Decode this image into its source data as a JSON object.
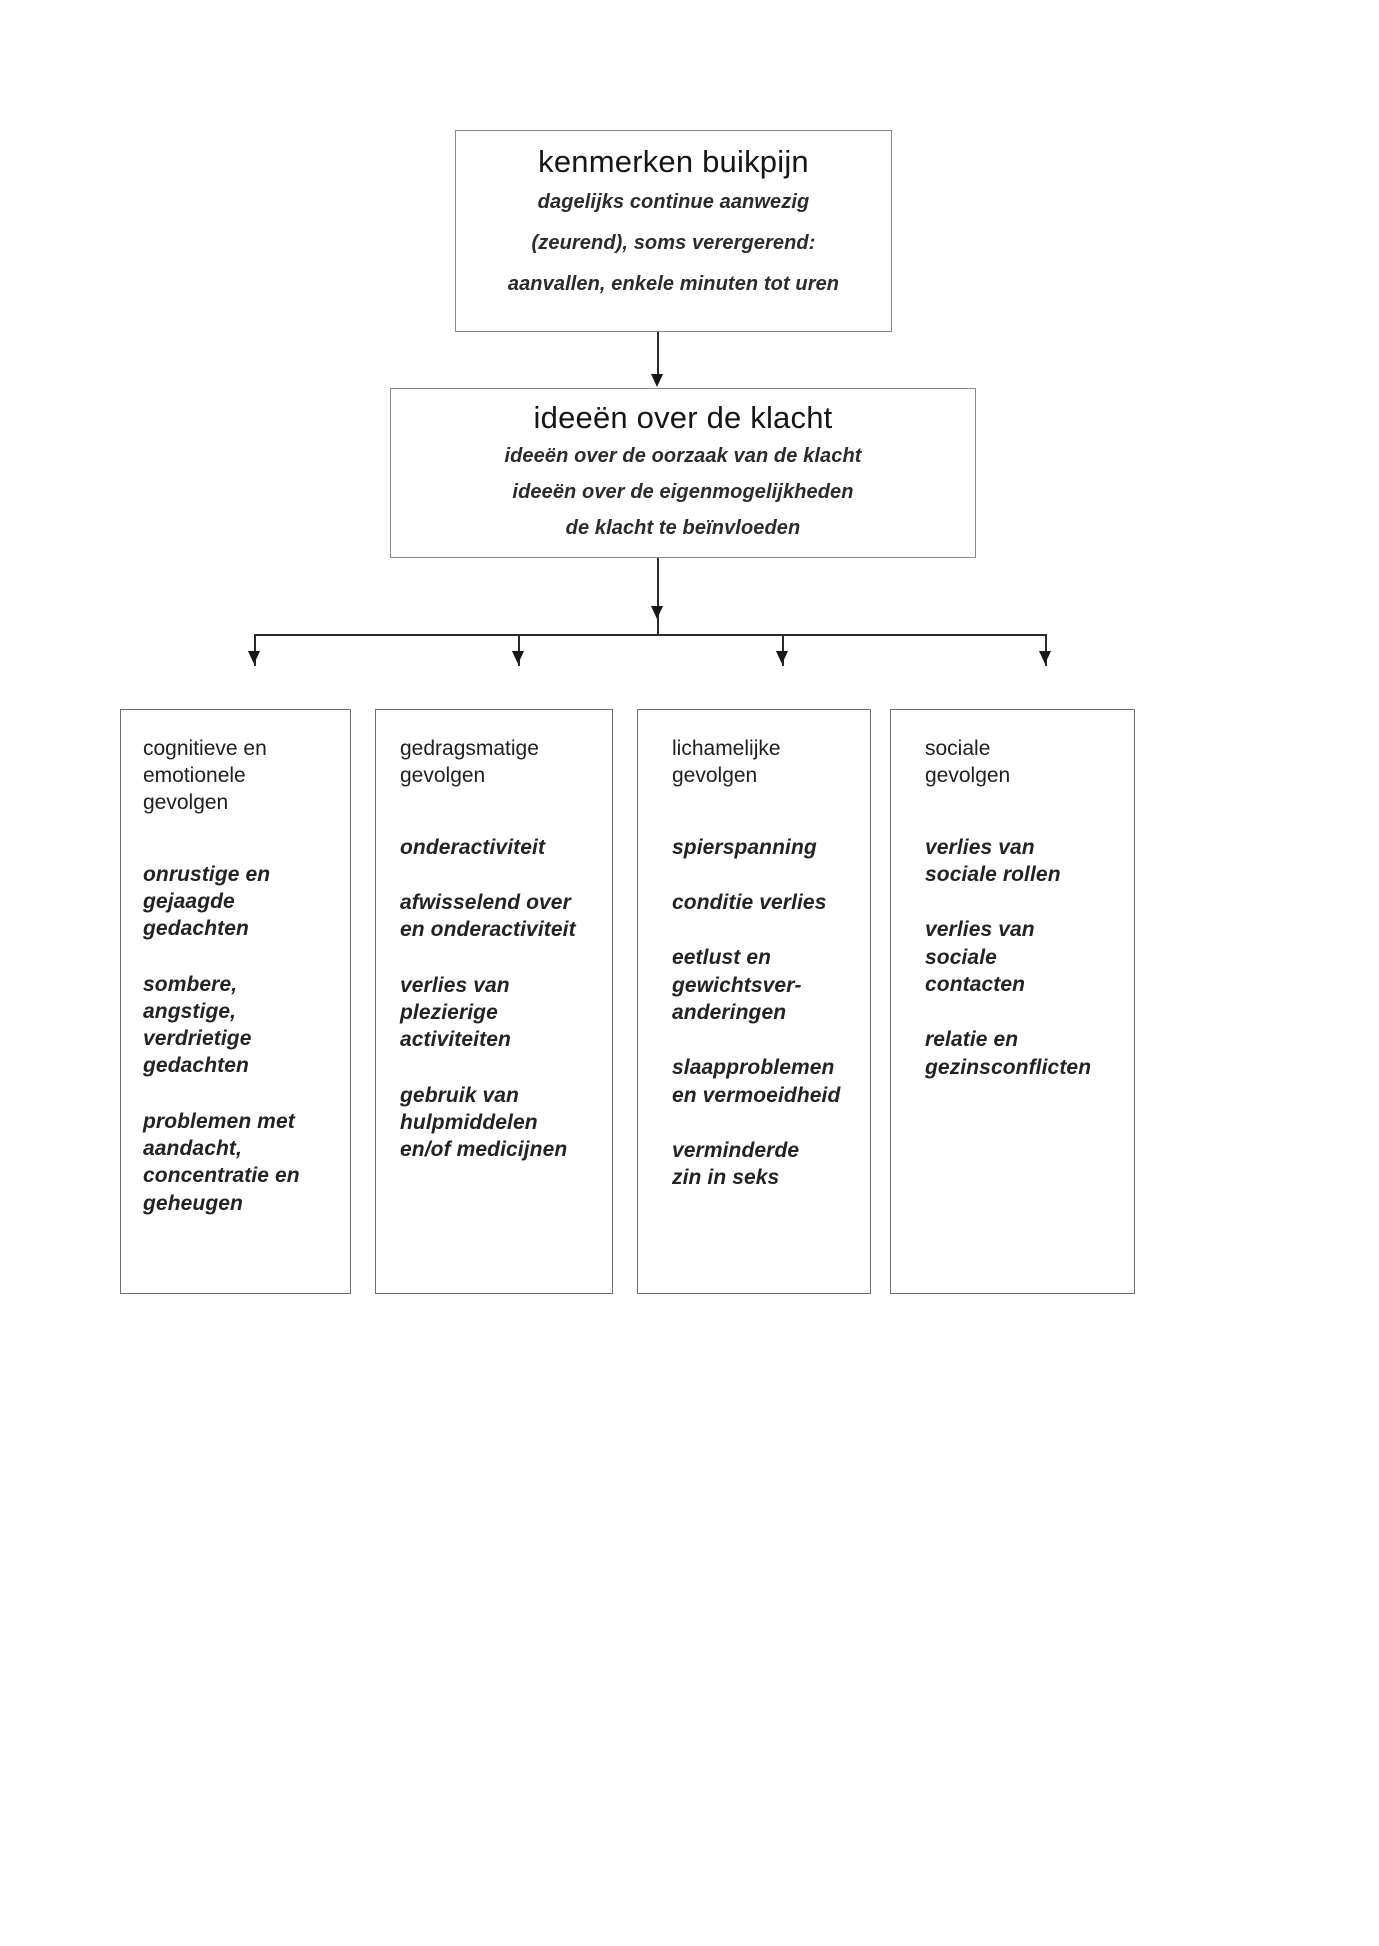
{
  "diagram": {
    "nodes": {
      "kenmerken": {
        "title": "kenmerken buikpijn",
        "lines": [
          "dagelijks continue aanwezig",
          "(zeurend), soms verergerend:",
          "aanvallen, enkele minuten tot uren"
        ]
      },
      "ideeen": {
        "title": "ideeën over de klacht",
        "lines": [
          "ideeën over de oorzaak van de klacht",
          "ideeën over de eigenmogelijkheden",
          "de klacht te beïnvloeden"
        ]
      }
    },
    "columns": [
      {
        "heading": "cognitieve en\nemotionele\ngevolgen",
        "items": [
          "onrustige en\ngejaagde\ngedachten",
          "sombere,\nangstige,\nverdrietige\ngedachten",
          "problemen met\naandacht,\nconcentratie en\ngeheugen"
        ]
      },
      {
        "heading": "gedragsmatige\ngevolgen",
        "items": [
          "onderactiviteit",
          "afwisselend over\nen onderactiviteit",
          "verlies van\nplezierige\nactiviteiten",
          "gebruik van\nhulpmiddelen\nen/of medicijnen"
        ]
      },
      {
        "heading": "lichamelijke\ngevolgen",
        "items": [
          "spierspanning",
          "conditie verlies",
          "eetlust en\ngewichtsver-\nanderingen",
          "slaapproblemen\nen vermoeidheid",
          "verminderde\nzin in seks"
        ]
      },
      {
        "heading": "sociale\ngevolgen",
        "items": [
          "verlies van\nsociale  rollen",
          "verlies van\nsociale\ncontacten",
          "relatie en\ngezinsconflicten"
        ]
      }
    ],
    "colors": {
      "box_border": "#8a8a8a",
      "column_border": "#6f6f6f",
      "connector": "#2a2a2a",
      "text": "#1a1a1a",
      "background": "#ffffff"
    }
  }
}
